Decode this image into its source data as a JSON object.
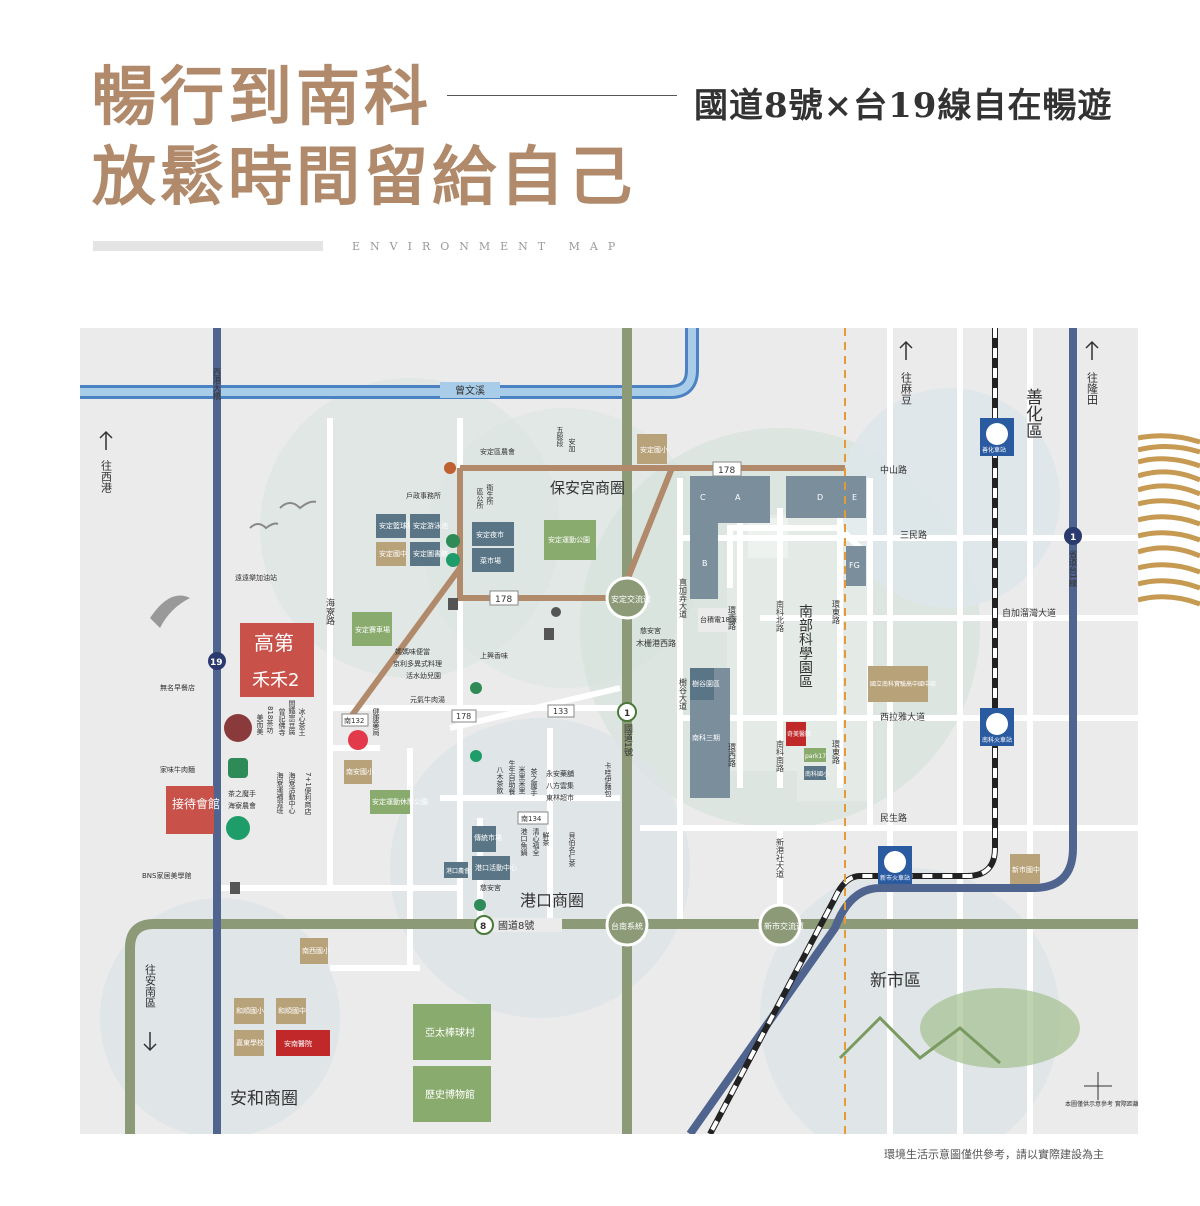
{
  "headline": {
    "line1": "暢行到南科",
    "line2": "放鬆時間留給自己",
    "subtitle": "國道8號×台19線自在暢遊",
    "env_label": "ENVIRONMENT MAP"
  },
  "disclaimer": "環境生活示意圖僅供參考，請以實際建設為主",
  "map": {
    "water": {
      "canal": "曾文溪"
    },
    "roads": {
      "r178_top": "178",
      "r178_mid": "178",
      "zhongshan": "中山路",
      "sanmin": "三民路",
      "muzi": "木栅港西路",
      "siraya": "西拉雅大道",
      "minsheng": "民生路",
      "hwy8": "國道8號",
      "hwy1": "國道1號",
      "nan132": "南132",
      "r178_b": "178",
      "r133": "133",
      "nan134": "南134",
      "t19": "19",
      "t1": "1",
      "haizhai": "海寮路",
      "xigang_bridge": "西港大橋",
      "zhenjiapu": "直加弄大道",
      "shugu": "樹谷大道",
      "huanxi_n": "環西路",
      "huanxi_s": "環西路",
      "nanke_n": "南科北路",
      "nanke_s": "南科南路",
      "huandong_n": "環東路",
      "huandong_s": "環東路",
      "xinshi_she": "新港社大道",
      "zijia": "自加溜灣大道",
      "shengdao1": "省道台1線"
    },
    "directions": {
      "to_xigang": "往西港",
      "to_madou": "往麻豆",
      "to_longtian": "往隆田",
      "to_annan": "往安南區"
    },
    "districts": {
      "baoan": "保安宮商圈",
      "gangkou": "港口商圈",
      "anhe": "安和商圈",
      "nanke": "南部科學園區",
      "shanhua": "善化區",
      "xinshi": "新市區"
    },
    "interchanges": {
      "anding": "安定交流道",
      "tainan_sys": "台南系統",
      "xinshi": "新市交流道"
    },
    "project": {
      "name_top": "高第",
      "name_bottom": "禾禾2",
      "reception": "接待會館"
    },
    "stations": {
      "shanhua": "善化車站",
      "nanke": "南科火車站",
      "xinshi": "新市火車站"
    },
    "poi_boxes": {
      "anding_basketball": "安定籃球場",
      "anding_pool": "安定游泳池",
      "anding_junior": "安定國中",
      "anding_library": "安定圖書館",
      "anding_nightmarket": "安定夜市",
      "vegetable_market": "菜市場",
      "anding_sportspark": "安定運動公園",
      "anding_school": "安定國小",
      "anding_sportsfield": "安定賽車場",
      "nanan_school": "南安國小",
      "anding_leisure": "安定運動休閒公園",
      "gangkou_farmer": "港口農會",
      "traditional_market": "傳統市場",
      "gangkou_activity": "港口活動中心",
      "nanxi_school": "南西國小",
      "hejing_school": "和順國小",
      "hejing_junior": "和順國中",
      "jiadong_school": "嘉東學校",
      "anan_hospital": "安南醫院",
      "yatai": "亞太棒球村",
      "history_museum": "歷史博物館",
      "nanke_exp": "國立南科實驗高中國中部",
      "xinshi_junior": "新市國中",
      "taijidian": "台積電18廠",
      "shugu_park": "樹谷園區",
      "nanke_3": "南科三期",
      "chimei": "奇美醫院",
      "park17": "park17",
      "nanke_school": "南科國小"
    },
    "zones": [
      "C",
      "A",
      "D",
      "E",
      "B",
      "FG"
    ],
    "poi_text": {
      "anding_farmers": "安定區農會",
      "hukou": "戶政事務所",
      "nanxing": "衛生所",
      "district_office": "區公所",
      "wuda": "五股段",
      "anjia": "安加",
      "yuanyuan": "遠遠樂加油站",
      "mamawei": "媽媽味便當",
      "jingli": "京利多異式料理",
      "huoshui": "活水幼兒園",
      "yuanqi": "元氣牛肉湯",
      "shangpin": "上興香味",
      "wuming": "無名早餐店",
      "jiawei": "家味牛肉麵",
      "bns": "BNS家居美學館",
      "shop_a": "冰心茶王",
      "shop_b": "間鐵宗豆腐",
      "shop_c": "曾記佛寺",
      "shop_d": "818茶坊",
      "shop_e": "美而美",
      "shop_f": "7+1便利商店",
      "shop_g": "海寮活動中心",
      "shop_h": "海寮運補習班",
      "shop_i": "茶之魔手",
      "shop_j": "海寮農會",
      "shop_k": "健康藥局",
      "shop_l": "生生自助餐",
      "shop_m": "米里米里",
      "shop_n": "八木茶飲",
      "shop_o": "茶之魔手",
      "shop_p": "八方雲集",
      "shop_q": "永安藥舖",
      "shop_r": "東林超市",
      "shop_s": "港口魚鍋",
      "shop_t": "鮮茶",
      "shop_u": "貝伯名仁茶",
      "shop_v": "卡哇伊麵包",
      "shop_w": "慈安宮",
      "shop_x": "清心福全",
      "mingling": "慈安宮"
    },
    "note": "本圖僅供示意參考 實際距離依現況為主"
  },
  "colors": {
    "headline": "#b08a6a",
    "main_road": "#b08a6a",
    "highway": "#8c9a78",
    "water": "#4a82c4",
    "poi_blue": "#5a7585",
    "poi_green": "#8aab6e",
    "poi_tan": "#b8a27a",
    "project_red": "#c8514a",
    "hospital_red": "#c0282a"
  }
}
